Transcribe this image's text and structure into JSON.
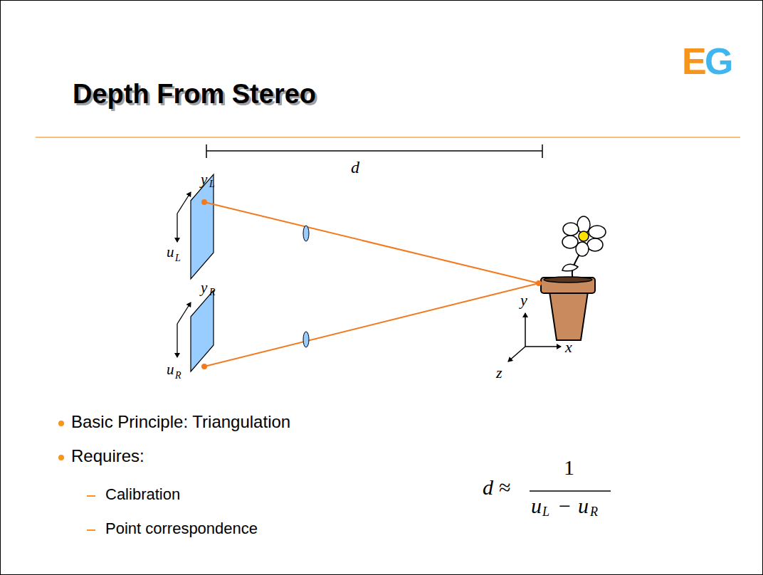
{
  "diagram": {
    "title": "Depth From Stereo",
    "labels": [
      "E",
      "G",
      "d",
      "y",
      "L",
      "u",
      "L",
      "y",
      "R",
      "u",
      "R",
      "y",
      "x",
      "z",
      "Basic Principle: Triangulation",
      "Requires:",
      "Calibration",
      "Point correspondence",
      "d ≈",
      "1",
      "u",
      "L",
      "−",
      "u",
      "R"
    ]
  }
}
